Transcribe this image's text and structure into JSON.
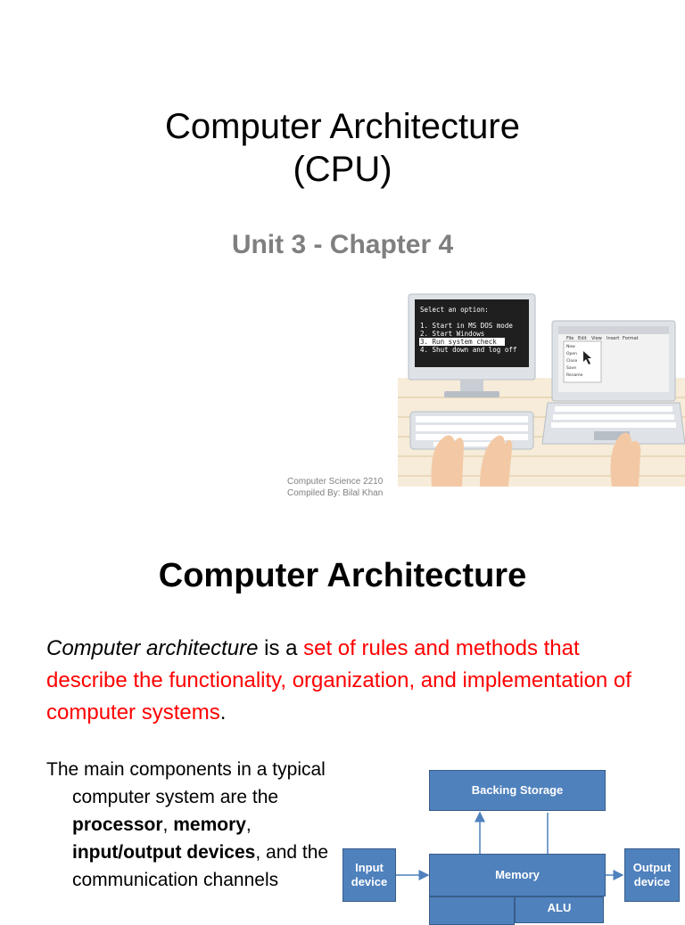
{
  "slide1": {
    "title_line1": "Computer Architecture",
    "title_line2": "(CPU)",
    "subtitle": "Unit 3 - Chapter 4",
    "credit_line1": "Computer Science 2210",
    "credit_line2": "Compiled By: Bilal Khan",
    "illustration": {
      "screen_heading": "Select an option:",
      "options": [
        "1. Start in MS DOS mode",
        "2. Start Windows",
        "3. Run system check",
        "4. Shut down and log off"
      ],
      "selected_index": 2,
      "laptop_menu": [
        "File",
        "Edit",
        "View",
        "Insert",
        "Format"
      ],
      "laptop_dropdown": [
        "New",
        "Open",
        "Close",
        "Save",
        "Rename"
      ]
    }
  },
  "slide2": {
    "title": "Computer Architecture",
    "definition_term": "Computer architecture",
    "definition_connector": " is a ",
    "definition_highlight": "set of rules and methods that describe the functionality, organization, and implementation of computer systems",
    "definition_end": ".",
    "bullet_text_1": "The main components in a typical computer system are the ",
    "bullet_bold_1": "processor",
    "bullet_sep_1": ", ",
    "bullet_bold_2": "memory",
    "bullet_sep_2": ", ",
    "bullet_bold_3": "input/output devices",
    "bullet_text_2": ", and the communication channels",
    "diagram": {
      "backing_storage": "Backing Storage",
      "memory": "Memory",
      "input_line1": "Input",
      "input_line2": "device",
      "output_line1": "Output",
      "output_line2": "device",
      "alu": "ALU"
    }
  },
  "colors": {
    "highlight": "#ff0000",
    "box_fill": "#4f81bd",
    "subtitle_gray": "#7f7f7f"
  }
}
